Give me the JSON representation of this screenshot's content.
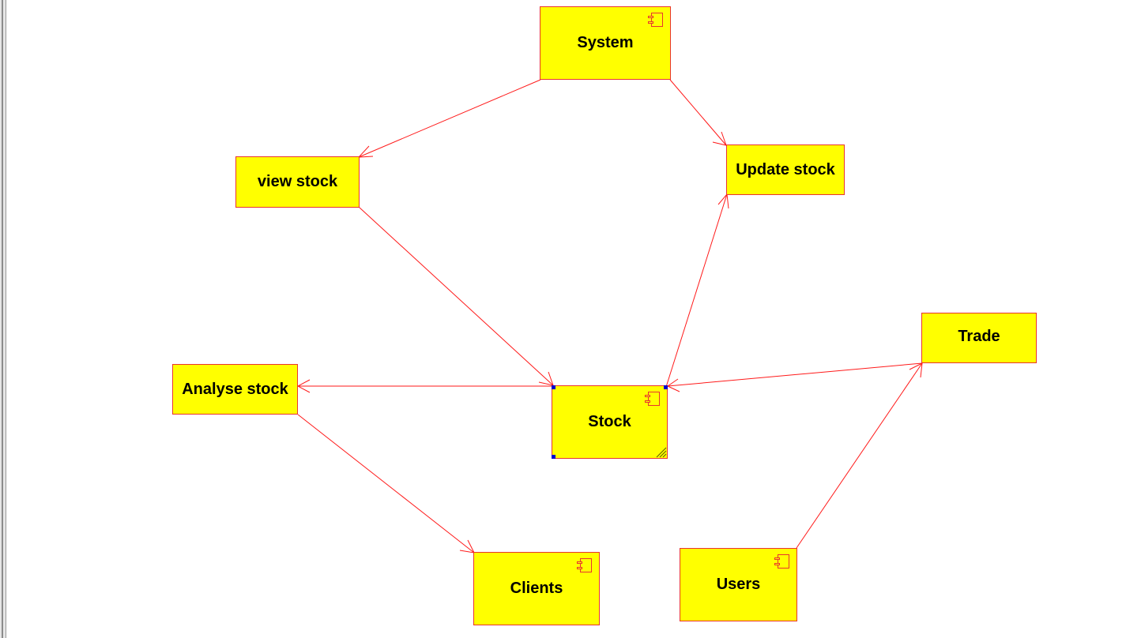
{
  "diagram": {
    "colors": {
      "node_fill": "#ffff00",
      "node_border": "#e8352e",
      "edge": "#ff1a1a",
      "handle": "#0000cc"
    },
    "nodes": {
      "system": {
        "label": "System",
        "icon": "component-icon"
      },
      "view_stock": {
        "label": "view stock"
      },
      "update_stock": {
        "label": "Update stock"
      },
      "trade": {
        "label": "Trade"
      },
      "analyse_stock": {
        "label": "Analyse stock"
      },
      "stock": {
        "label": "Stock",
        "icon": "component-icon",
        "selected": true
      },
      "clients": {
        "label": "Clients",
        "icon": "component-icon"
      },
      "users": {
        "label": "Users",
        "icon": "component-icon"
      }
    },
    "edges": [
      {
        "from": "System",
        "to": "view stock"
      },
      {
        "from": "System",
        "to": "Update stock"
      },
      {
        "from": "view stock",
        "to": "Stock"
      },
      {
        "from": "Stock",
        "to": "Update stock"
      },
      {
        "from": "Trade",
        "to": "Stock"
      },
      {
        "from": "Stock",
        "to": "Analyse stock"
      },
      {
        "from": "Analyse stock",
        "to": "Clients"
      },
      {
        "from": "Users",
        "to": "Trade"
      }
    ]
  }
}
